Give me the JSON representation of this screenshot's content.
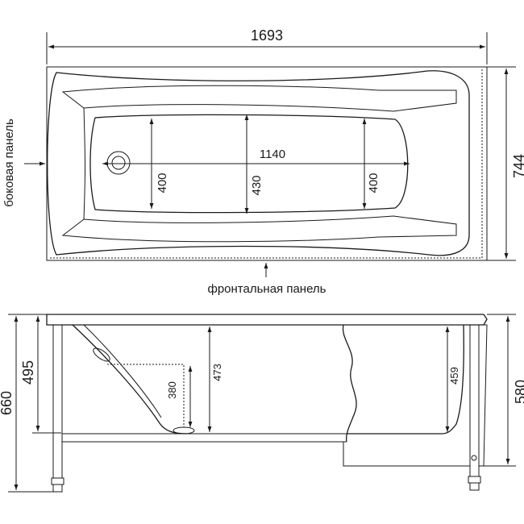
{
  "top_view": {
    "length": "1693",
    "width": "744",
    "inner_length": "1140",
    "depth_left": "400",
    "depth_mid": "430",
    "depth_right": "400",
    "side_panel_label": "боковая панель",
    "front_panel_label": "фронтальная панель"
  },
  "side_view": {
    "total_height": "660",
    "rim_height": "495",
    "drain_height": "380",
    "depth_left": "473",
    "depth_right": "459",
    "panel_height": "580"
  }
}
